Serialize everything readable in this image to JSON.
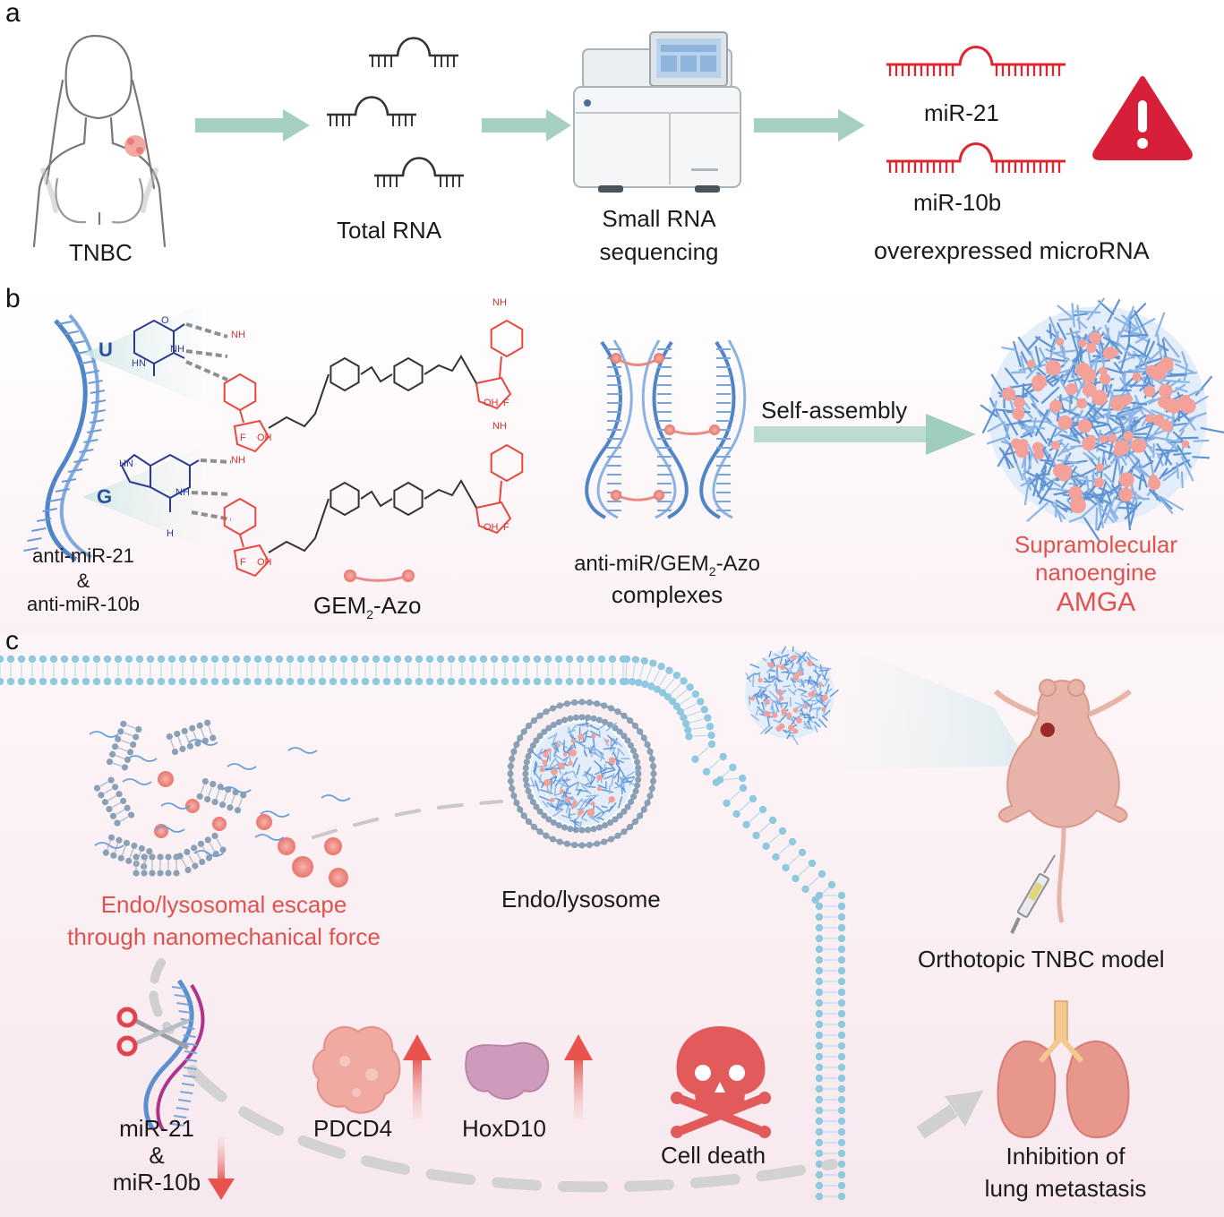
{
  "panel_a": {
    "letter": "a",
    "tnbc": "TNBC",
    "total_rna": "Total RNA",
    "sequencing_line1": "Small RNA",
    "sequencing_line2": "sequencing",
    "mir21": "miR-21",
    "mir10b": "miR-10b",
    "overexpressed": "overexpressed microRNA",
    "warning_mark": "!"
  },
  "panel_b": {
    "letter": "b",
    "base_u": "U",
    "base_g": "G",
    "anti_line1": "anti-miR-21",
    "anti_amp": "&",
    "anti_line2": "anti-miR-10b",
    "gem_main": "GEM",
    "gem_sub": "2",
    "gem_tail": "-Azo",
    "complex_main": "anti-miR/GEM",
    "complex_sub": "2",
    "complex_tail": "-Azo",
    "complex_line2": "complexes",
    "self_assembly": "Self-assembly",
    "supra_line1": "Supramolecular",
    "supra_line2": "nanoengine",
    "amga": "AMGA",
    "chem": {
      "nh2": "NH",
      "n": "N",
      "h": "H",
      "f": "F",
      "oh": "OH",
      "o": "O",
      "hn": "HN",
      "nh": "NH"
    }
  },
  "panel_c": {
    "letter": "c",
    "escape_line1": "Endo/lysosomal escape",
    "escape_line2": "through nanomechanical force",
    "endo": "Endo/lysosome",
    "orthotopic": "Orthotopic TNBC model",
    "mir_line1": "miR-21",
    "mir_amp": "&",
    "mir_line2": "miR-10b",
    "pdcd4": "PDCD4",
    "hoxd10": "HoxD10",
    "cell_death": "Cell death",
    "inhibition_line1": "Inhibition of",
    "inhibition_line2": "lung metastasis"
  },
  "colors": {
    "rna_dark": "#333333",
    "mirna_red": "#e0252f",
    "arrow_teal": "#9ec9bd",
    "dna_blue": "#5b8fcf",
    "drug_red": "#e8473e",
    "nanoparticle_pink": "#f4a19a",
    "membrane_blue": "#8ec9e0",
    "skull_red": "#e05a5a",
    "mouse_pink": "#e7b1a6",
    "lung_pink": "#e59a90"
  },
  "icons": [
    "woman-outline-icon",
    "sequencer-icon",
    "warning-icon",
    "dna-helix-icon",
    "scissors-icon",
    "skull-icon",
    "mouse-icon",
    "syringe-icon",
    "lungs-icon"
  ]
}
